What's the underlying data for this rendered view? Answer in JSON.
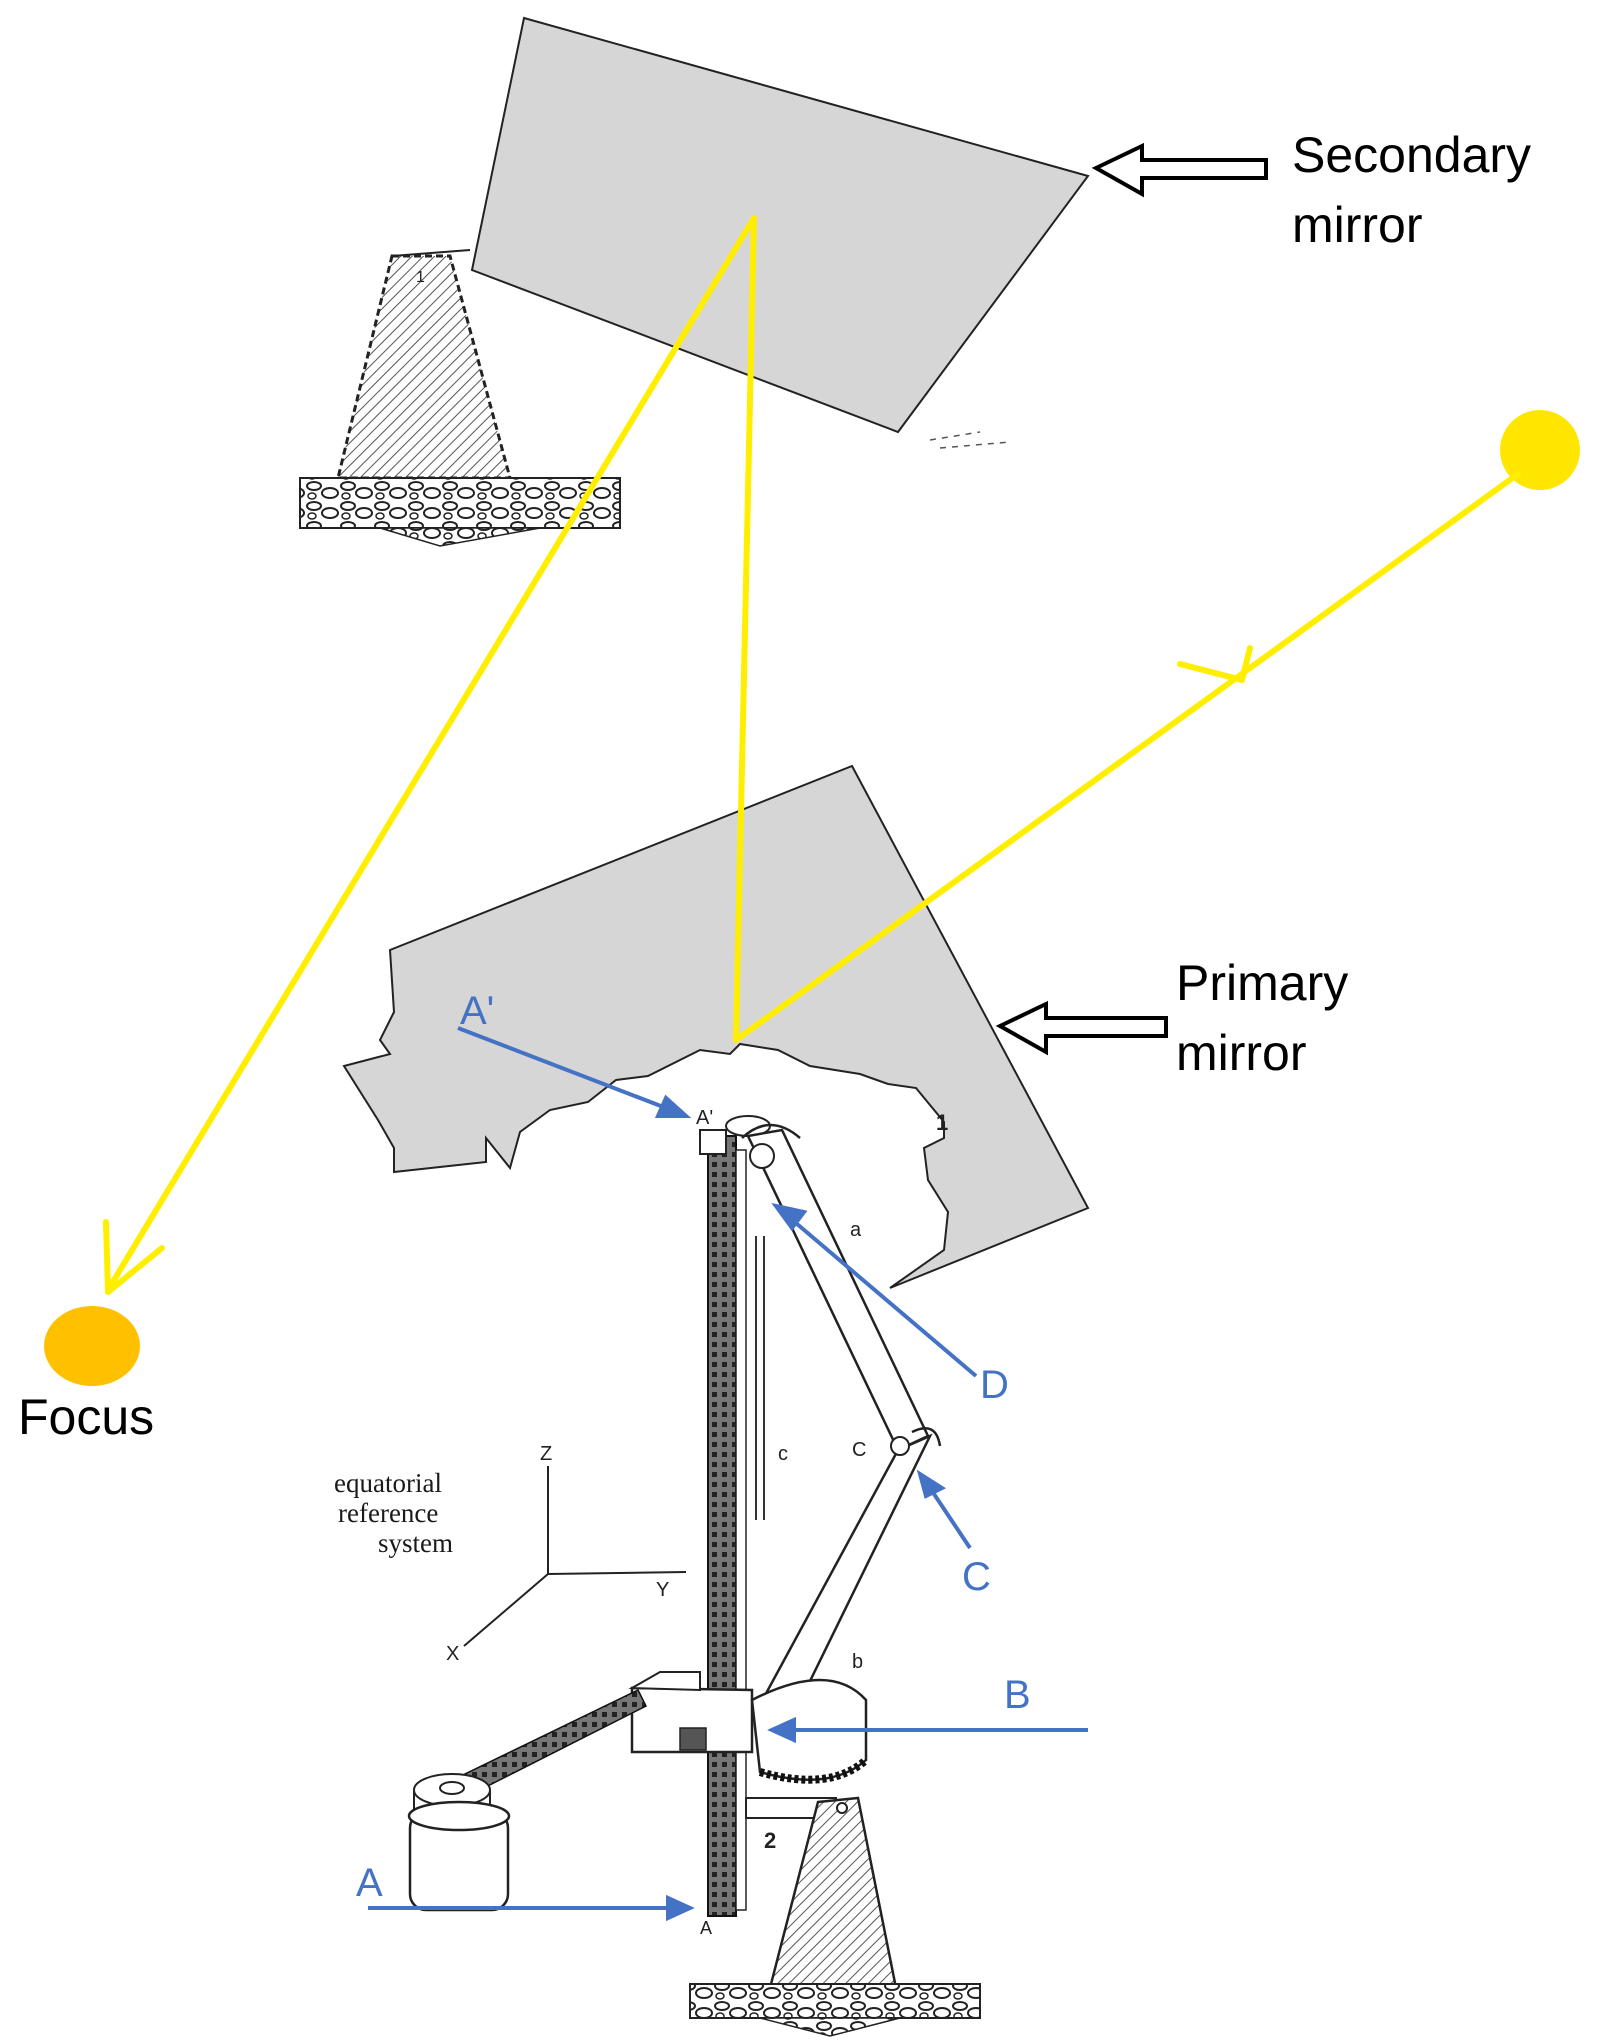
{
  "labels": {
    "secondary_mirror_line1": "Secondary",
    "secondary_mirror_line2": "mirror",
    "primary_mirror_line1": "Primary",
    "primary_mirror_line2": "mirror",
    "focus": "Focus"
  },
  "points": {
    "a_prime": "A'",
    "a_prime_small": "A'",
    "d": "D",
    "c": "C",
    "c_small": "C",
    "b": "B",
    "a": "A",
    "a_small": "A"
  },
  "mechanism_marks": {
    "mirror_number": "1",
    "pedestal_number": "2",
    "rod_a": "a",
    "rod_b": "b",
    "rod_c": "c",
    "top_pedestal_number": "1"
  },
  "reference_system": {
    "line1": "equatorial",
    "line2": "reference",
    "line3": "system",
    "axis_z": "Z",
    "axis_y": "Y",
    "axis_x": "X"
  },
  "colors": {
    "ray": "#ffee00",
    "sun": "#ffe600",
    "focus": "#ffc000",
    "mirror_fill": "#d6d6d6",
    "callout_blue": "#4472c4",
    "ink": "#000000"
  }
}
